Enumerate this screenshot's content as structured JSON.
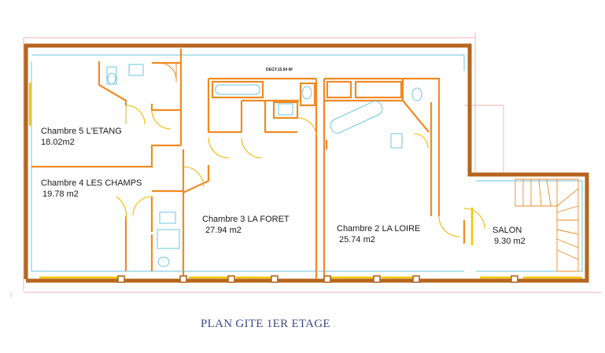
{
  "title": "PLAN GITE 1ER ETAGE",
  "note": "DEGT.15.94 M²",
  "rooms": [
    {
      "name": "Chambre 5 L'ETANG",
      "area": "18.02m2"
    },
    {
      "name": "Chambre 4 LES CHAMPS",
      "area": "19.78 m2"
    },
    {
      "name": "Chambre 3 LA FORET",
      "area": "27.94 m2"
    },
    {
      "name": "Chambre 2 LA LOIRE",
      "area": "25.74 m2"
    },
    {
      "name": "SALON",
      "area": "9.30 m2"
    }
  ],
  "colors": {
    "wall_outer": "#b5651d",
    "wall_inner": "#f08a24",
    "window": "#f5c400",
    "blue_line": "#6ec6e0",
    "red_guide": "#e07070",
    "title_color": "#3b4a8a"
  }
}
